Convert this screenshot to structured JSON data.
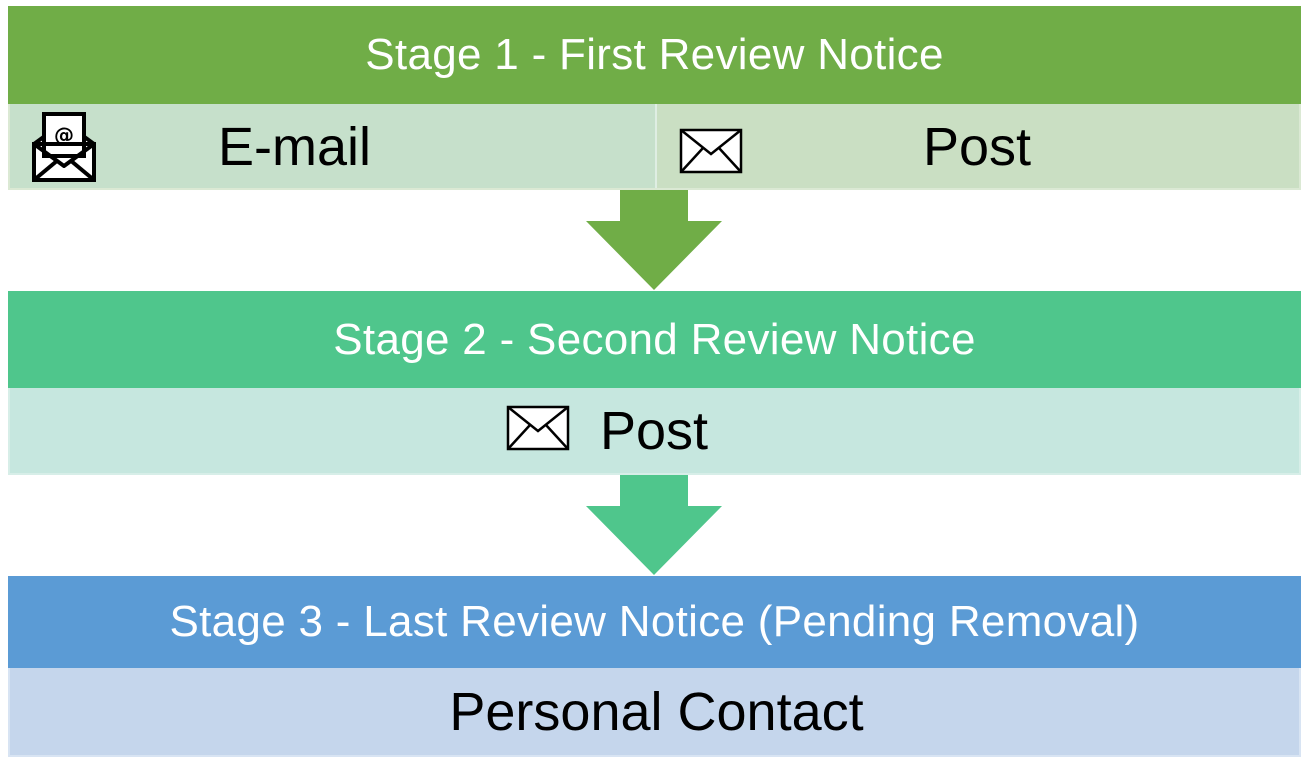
{
  "stage1": {
    "title": "Stage 1 - First Review Notice",
    "options": [
      {
        "label": "E-mail",
        "icon": "email-envelope-icon"
      },
      {
        "label": "Post",
        "icon": "envelope-icon"
      }
    ]
  },
  "stage2": {
    "title": "Stage 2 - Second Review Notice",
    "options": [
      {
        "label": "Post",
        "icon": "envelope-icon"
      }
    ]
  },
  "stage3": {
    "title": "Stage 3 - Last Review Notice (Pending Removal)",
    "options": [
      {
        "label": "Personal Contact"
      }
    ]
  },
  "colors": {
    "stage1": "#70ad47",
    "stage2": "#4fc68c",
    "stage3": "#5b9bd5"
  }
}
